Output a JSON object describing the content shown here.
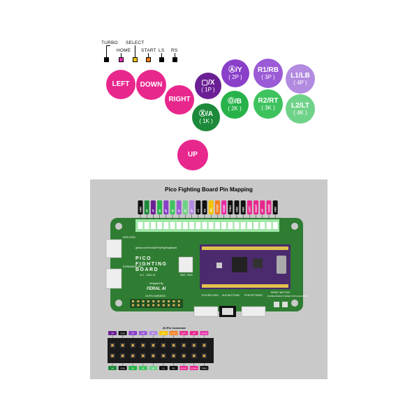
{
  "small_buttons": [
    {
      "label": "TURBO",
      "color": "#000000"
    },
    {
      "label": "HOME",
      "color": "#e62ea7"
    },
    {
      "label": "SELECT",
      "color": "#f4c400"
    },
    {
      "label": "START",
      "color": "#f47c1c"
    },
    {
      "label": "LS",
      "color": "#000000"
    },
    {
      "label": "RS",
      "color": "#000000"
    }
  ],
  "buttons": {
    "left": {
      "l1": "LEFT",
      "l2": "",
      "color": "#e8278d"
    },
    "down": {
      "l1": "DOWN",
      "l2": "",
      "color": "#e8278d"
    },
    "right": {
      "l1": "RIGHT",
      "l2": "",
      "color": "#e8278d"
    },
    "up": {
      "l1": "UP",
      "l2": "",
      "color": "#e8278d"
    },
    "x": {
      "l1": "Ⓧ/A",
      "l2": "( 1K )",
      "color": "#1c8a3a"
    },
    "square": {
      "l1": "▢/X",
      "l2": "( 1P )",
      "color": "#6b1f94"
    },
    "triangle": {
      "l1": "Ⓐ/Y",
      "l2": "( 2P )",
      "color": "#8a3fc9"
    },
    "circle": {
      "l1": "Ⓞ/B",
      "l2": "( 2K )",
      "color": "#28b34a"
    },
    "r1": {
      "l1": "R1/RB",
      "l2": "( 3P )",
      "color": "#9b5bd6"
    },
    "r2": {
      "l1": "R2/RT",
      "l2": "( 3K )",
      "color": "#3ec25e"
    },
    "l1": {
      "l1": "L1/LB",
      "l2": "( 4P )",
      "color": "#b28ae0"
    },
    "l2": {
      "l1": "L2/LT",
      "l2": "( 4K )",
      "color": "#6fd289"
    }
  },
  "panel": {
    "title": "Pico Fighting Board Pin Mapping"
  },
  "board": {
    "name_lines": [
      "PICO",
      "FIGHTING",
      "BOARD"
    ],
    "version": "v1.1 - 2021.10",
    "url": "github.com/FeralAI/PicoFightingBoard",
    "designed_by": "Designed By",
    "designer": "FERAL AI",
    "harness_label": "20-PIN HARNESS",
    "player_leds_label": "PLAYER LEDS",
    "aux_buttons_label": "AUX BUTTONS",
    "pcb_settings_label": "PCB SETTINGS",
    "reset_label": "RESET BUTTON",
    "reset_sub": "DOUBLE PRESS TO RESET FOR FLASH MODE",
    "rgb_leds_label": "RGB LEDS",
    "expansion_label": "EXPANSION (5V)",
    "sw_labels": [
      "SW2",
      "SW3"
    ]
  },
  "pin_tags": [
    {
      "t": "GND",
      "c": "#111111"
    },
    {
      "t": "1K",
      "c": "#1c8a3a"
    },
    {
      "t": "1P",
      "c": "#6b1f94"
    },
    {
      "t": "2K",
      "c": "#28b34a"
    },
    {
      "t": "2P",
      "c": "#8a3fc9"
    },
    {
      "t": "3K",
      "c": "#3ec25e"
    },
    {
      "t": "3P",
      "c": "#9b5bd6"
    },
    {
      "t": "4K",
      "c": "#6fd289"
    },
    {
      "t": "4P",
      "c": "#b28ae0"
    },
    {
      "t": "LS",
      "c": "#111111"
    },
    {
      "t": "RS",
      "c": "#111111"
    },
    {
      "t": "SEL",
      "c": "#f4c400"
    },
    {
      "t": "START",
      "c": "#f47c1c"
    },
    {
      "t": "HOME",
      "c": "#e62ea7"
    },
    {
      "t": "TRBO",
      "c": "#111111"
    },
    {
      "t": "GND",
      "c": "#111111"
    },
    {
      "t": "GND",
      "c": "#111111"
    },
    {
      "t": "LEFT",
      "c": "#e8278d"
    },
    {
      "t": "RIGHT",
      "c": "#e8278d"
    },
    {
      "t": "UP",
      "c": "#e8278d"
    },
    {
      "t": "DOWN",
      "c": "#e8278d"
    },
    {
      "t": "GND",
      "c": "#111111"
    }
  ],
  "connector": {
    "title": "20-Pin Connector",
    "top_tags": [
      {
        "t": "1P",
        "c": "#6b1f94"
      },
      {
        "t": "GND",
        "c": "#111111"
      },
      {
        "t": "2P",
        "c": "#8a3fc9"
      },
      {
        "t": "3P",
        "c": "#9b5bd6"
      },
      {
        "t": "4P",
        "c": "#b28ae0"
      },
      {
        "t": "SEL",
        "c": "#f4c400"
      },
      {
        "t": "START",
        "c": "#f47c1c"
      },
      {
        "t": "LEFT",
        "c": "#e8278d"
      },
      {
        "t": "UP",
        "c": "#e8278d"
      },
      {
        "t": "HOME",
        "c": "#e62ea7"
      }
    ],
    "bottom_tags": [
      {
        "t": "1K",
        "c": "#1c8a3a"
      },
      {
        "t": "GND",
        "c": "#111111"
      },
      {
        "t": "2K",
        "c": "#28b34a"
      },
      {
        "t": "3K",
        "c": "#3ec25e"
      },
      {
        "t": "4K",
        "c": "#6fd289"
      },
      {
        "t": "LS",
        "c": "#111111"
      },
      {
        "t": "RS",
        "c": "#111111"
      },
      {
        "t": "RIGHT",
        "c": "#e8278d"
      },
      {
        "t": "DOWN",
        "c": "#e8278d"
      },
      {
        "t": "TRBO",
        "c": "#111111"
      }
    ]
  },
  "colors": {
    "pcb_green": "#2f7d32",
    "terminal_green": "#9fe6a6",
    "pico_purple": "#4b2a6e",
    "panel_gray": "#c9c9c9"
  }
}
